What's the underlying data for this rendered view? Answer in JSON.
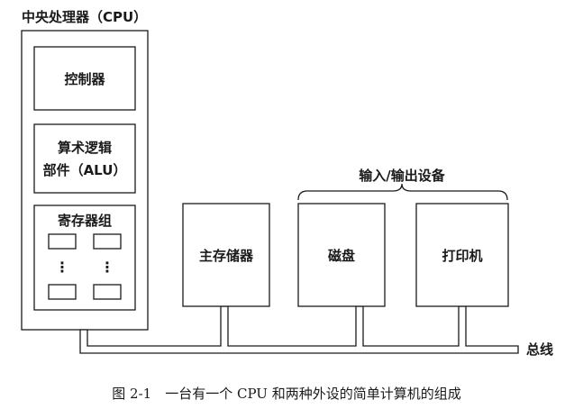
{
  "cpu": {
    "title": "中央处理器（CPU）",
    "controller": "控制器",
    "alu_line1": "算术逻辑",
    "alu_line2": "部件（ALU）",
    "registers": "寄存器组",
    "dots": "⋮"
  },
  "memory": "主存储器",
  "io_group": "输入/输出设备",
  "disk": "磁盘",
  "printer": "打印机",
  "bus": "总线",
  "caption": "图 2-1　一台有一个 CPU 和两种外设的简单计算机的组成"
}
